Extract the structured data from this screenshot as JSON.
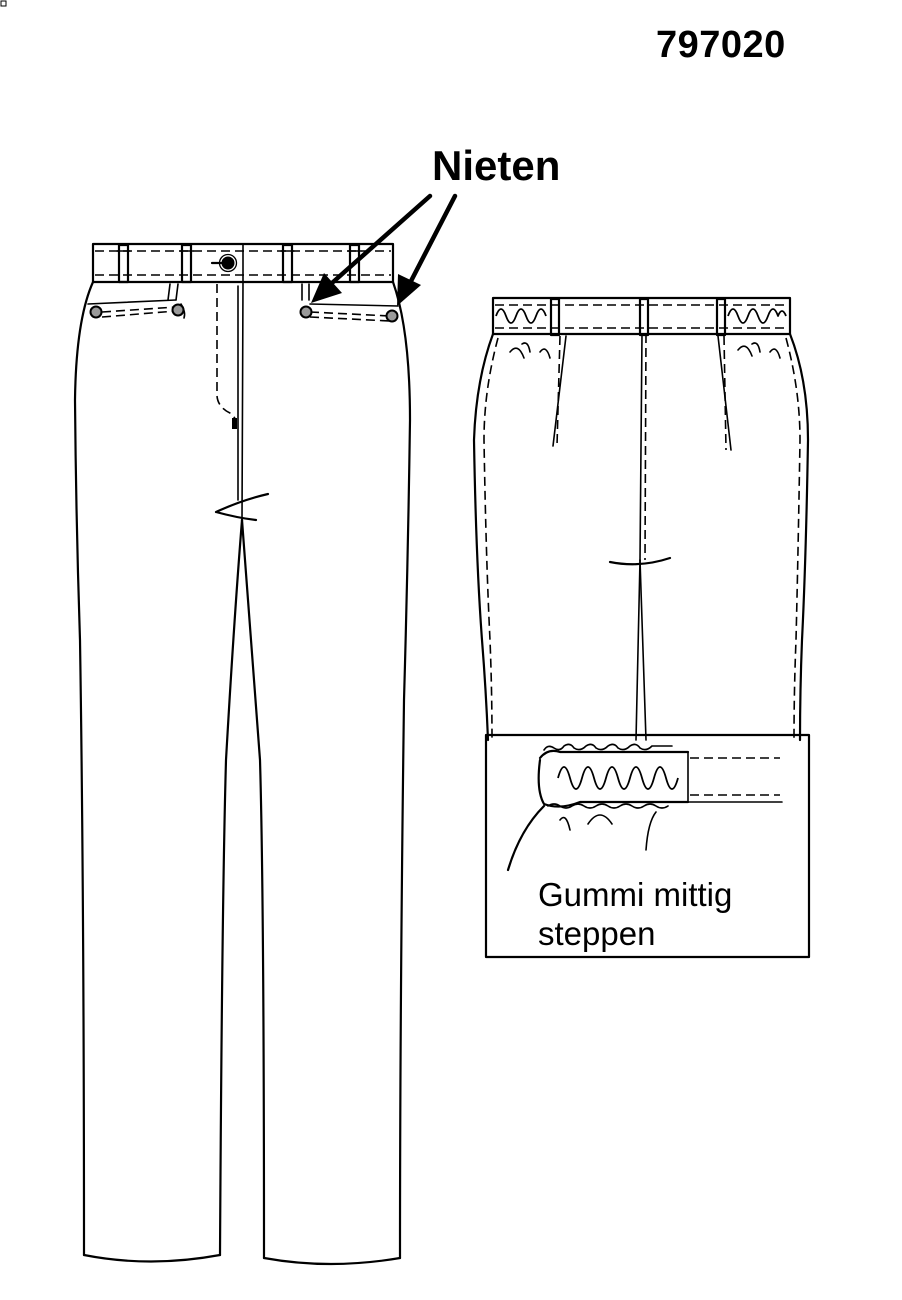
{
  "article_number": "797020",
  "callout": {
    "label": "Nieten",
    "points_to": [
      "front-pocket-rivet-inner",
      "front-pocket-rivet-outer"
    ]
  },
  "detail_note": {
    "line1": "Gummi mittig",
    "line2": "steppen"
  },
  "colors": {
    "line": "#000000",
    "rivet_fill": "#9a9a9a",
    "background": "#ffffff"
  }
}
